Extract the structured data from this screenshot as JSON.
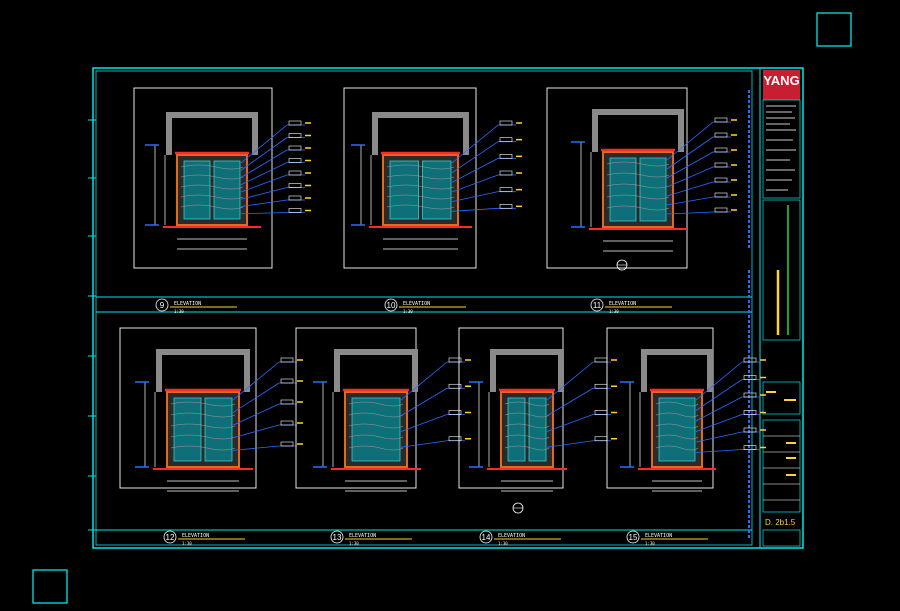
{
  "colors": {
    "background": "#000000",
    "frame": "#00e5e5",
    "detail": "#ffffff",
    "leader": "#2f6bff",
    "panel": "#0f6f78",
    "wall": "#e06a1e",
    "red": "#ff2a2a",
    "accent": "#22dd22",
    "titleblock_logo_bg": "#c81e32"
  },
  "title_block": {
    "logo": "YANG",
    "sheet_number": "D. 2b1.5"
  },
  "elevations": [
    {
      "number": "9",
      "title": "ELEVATION",
      "scale": "1:30"
    },
    {
      "number": "10",
      "title": "ELEVATION",
      "scale": "1:30"
    },
    {
      "number": "11",
      "title": "ELEVATION",
      "scale": "1:30"
    },
    {
      "number": "12",
      "title": "ELEVATION",
      "scale": "1:30"
    },
    {
      "number": "13",
      "title": "ELEVATION",
      "scale": "1:30"
    },
    {
      "number": "14",
      "title": "ELEVATION",
      "scale": "1:30"
    },
    {
      "number": "15",
      "title": "ELEVATION",
      "scale": "1:30"
    }
  ]
}
